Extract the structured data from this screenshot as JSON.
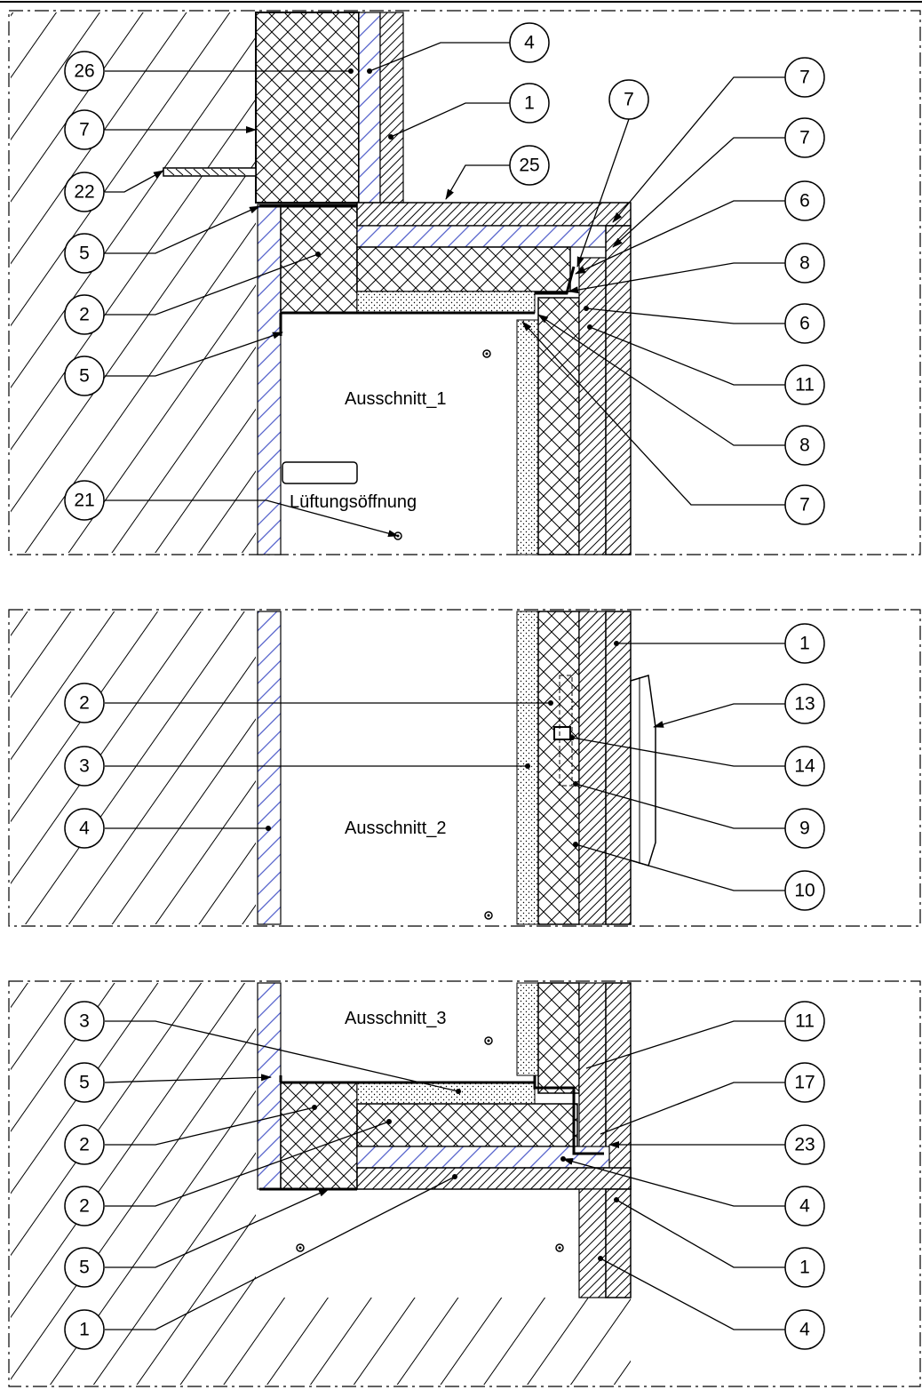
{
  "sections": [
    {
      "id": "ausschnitt-1",
      "title": "Ausschnitt_1",
      "notes": [
        "Lüftungsöffnung"
      ],
      "callouts_left": [
        "26",
        "7",
        "22",
        "5",
        "2",
        "5",
        "21"
      ],
      "callouts_right": [
        "4",
        "1",
        "25",
        "7",
        "7",
        "7",
        "6",
        "8",
        "6",
        "11",
        "8",
        "7"
      ]
    },
    {
      "id": "ausschnitt-2",
      "title": "Ausschnitt_2",
      "callouts_left": [
        "2",
        "3",
        "4"
      ],
      "callouts_right": [
        "1",
        "13",
        "14",
        "9",
        "10"
      ]
    },
    {
      "id": "ausschnitt-3",
      "title": "Ausschnitt_3",
      "callouts_left": [
        "3",
        "5",
        "2",
        "2",
        "5",
        "1"
      ],
      "callouts_right": [
        "11",
        "17",
        "23",
        "4",
        "1",
        "4"
      ]
    }
  ]
}
